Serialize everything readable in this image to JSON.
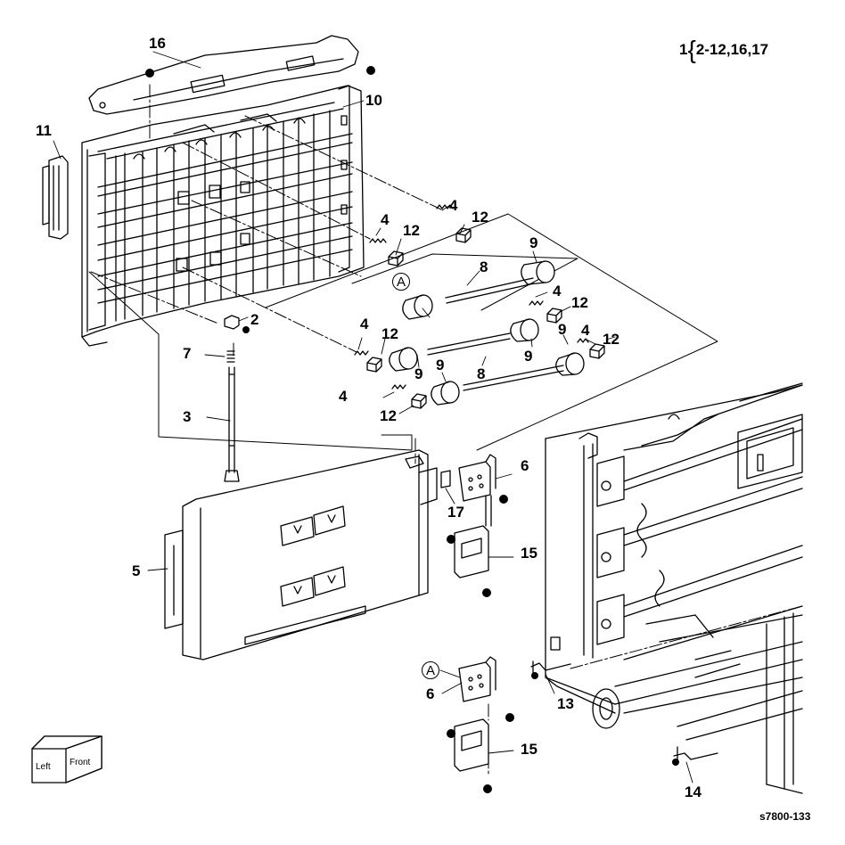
{
  "legend": {
    "assembly": "1",
    "contents": "2-12,16,17"
  },
  "figure_id": "s7800-133",
  "orientation": {
    "left": "Left",
    "front": "Front"
  },
  "reference_mark": "A",
  "callouts": [
    "16",
    "11",
    "10",
    "4",
    "12",
    "4",
    "12",
    "9",
    "8",
    "A",
    "2",
    "4",
    "12",
    "7",
    "4",
    "12",
    "9",
    "9",
    "8",
    "9",
    "12",
    "4",
    "9",
    "3",
    "6",
    "17",
    "15",
    "5",
    "A",
    "6",
    "13",
    "15",
    "14"
  ]
}
